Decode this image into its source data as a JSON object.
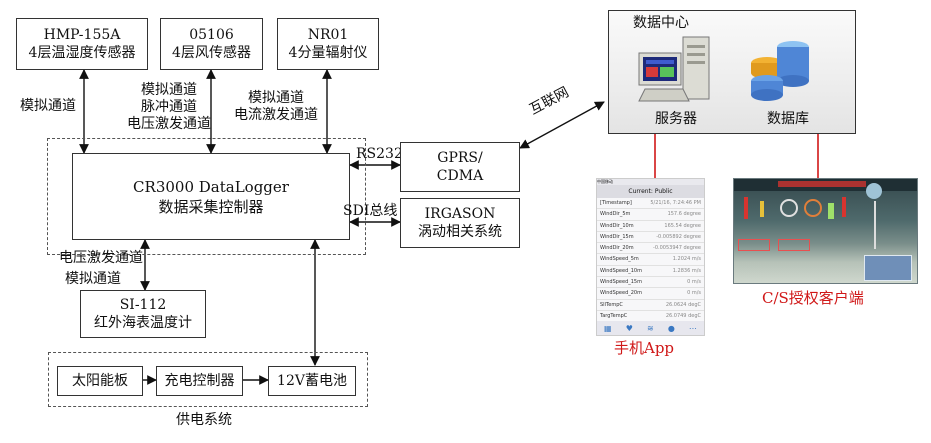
{
  "sensors": {
    "hmp": {
      "model": "HMP-155A",
      "desc": "4层温湿度传感器"
    },
    "wind": {
      "model": "05106",
      "desc": "4层风传感器"
    },
    "radiation": {
      "model": "NR01",
      "desc": "4分量辐射仪"
    }
  },
  "channels": {
    "analog": "模拟通道",
    "wind_analog": "模拟通道",
    "wind_pulse": "脉冲通道",
    "wind_voltage": "电压激发通道",
    "rad_analog": "模拟通道",
    "rad_current": "电流激发通道",
    "si_voltage": "电压激发通道",
    "si_analog": "模拟通道"
  },
  "datalogger": {
    "model": "CR3000 DataLogger",
    "name": "数据采集控制器"
  },
  "links": {
    "rs232": "RS232",
    "sdi": "SDI总线",
    "internet": "互联网"
  },
  "gprs": {
    "line1": "GPRS/",
    "line2": "CDMA"
  },
  "irgason": {
    "model": "IRGASON",
    "desc": "涡动相关系统"
  },
  "si112": {
    "model": "SI-112",
    "desc": "红外海表温度计"
  },
  "power": {
    "solar": "太阳能板",
    "controller": "充电控制器",
    "battery": "12V蓄电池",
    "label": "供电系统"
  },
  "datacenter": {
    "title": "数据中心",
    "server": "服务器",
    "database": "数据库"
  },
  "phone_app": {
    "carrier": "中国移动",
    "title": "Current: Public",
    "rows": [
      {
        "name": "[Timestamp]",
        "value": "5/21/16, 7:24:46 PM"
      },
      {
        "name": "WindDir_5m",
        "value": "157.6 degree"
      },
      {
        "name": "WindDir_10m",
        "value": "165.54 degree"
      },
      {
        "name": "WindDir_15m",
        "value": "-0.005892 degree"
      },
      {
        "name": "WindDir_20m",
        "value": "-0.0053947 degree"
      },
      {
        "name": "WindSpeed_5m",
        "value": "1.2024 m/s"
      },
      {
        "name": "WindSpeed_10m",
        "value": "1.2836 m/s"
      },
      {
        "name": "WindSpeed_15m",
        "value": "0 m/s"
      },
      {
        "name": "WindSpeed_20m",
        "value": "0 m/s"
      },
      {
        "name": "SIlTempC",
        "value": "26.0624 degC"
      },
      {
        "name": "TargTempC",
        "value": "26.0749 degC"
      }
    ],
    "label": "手机App"
  },
  "cs_client": {
    "label": "C/S授权客户端"
  }
}
